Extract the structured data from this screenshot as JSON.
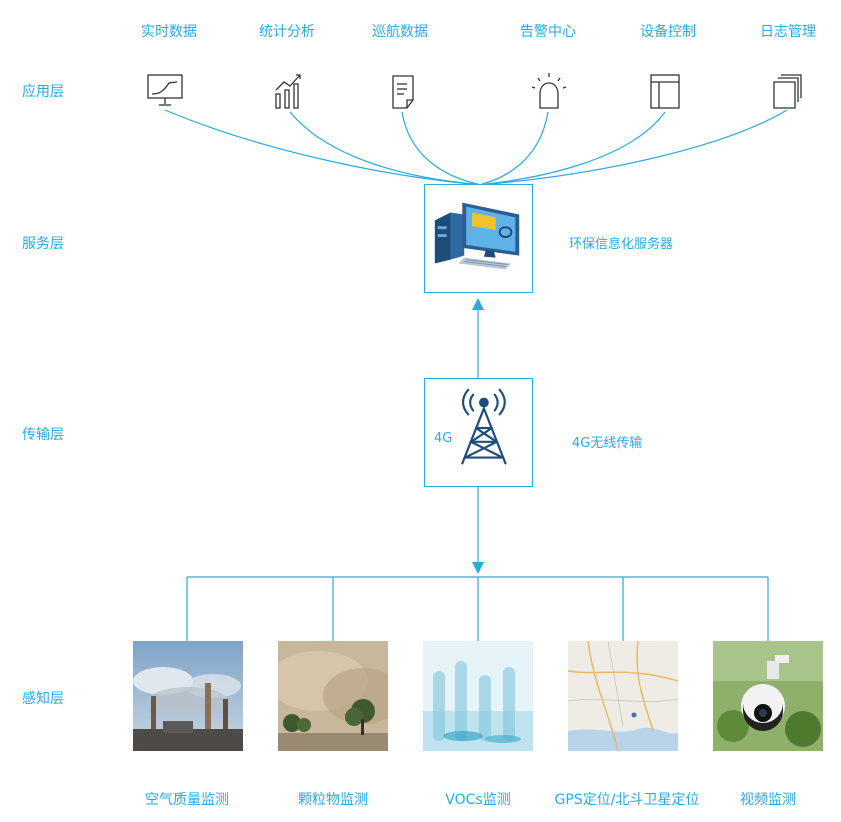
{
  "layers": {
    "application": "应用层",
    "service": "服务层",
    "transport": "传输层",
    "perception": "感知层"
  },
  "apps": [
    {
      "label": "实时数据",
      "icon": "monitor-trend-icon"
    },
    {
      "label": "统计分析",
      "icon": "bar-chart-icon"
    },
    {
      "label": "巡航数据",
      "icon": "document-icon"
    },
    {
      "label": "告警中心",
      "icon": "alarm-light-icon"
    },
    {
      "label": "设备控制",
      "icon": "window-panel-icon"
    },
    {
      "label": "日志管理",
      "icon": "stacked-pages-icon"
    }
  ],
  "server": {
    "label": "环保信息化服务器",
    "icon": "server-computer-icon"
  },
  "transport": {
    "badge": "4G",
    "label": "4G无线传输",
    "icon": "signal-tower-icon"
  },
  "sensors": [
    {
      "label": "空气质量监测",
      "image": "factory-smokestacks"
    },
    {
      "label": "颗粒物监测",
      "image": "dust-storm"
    },
    {
      "label": "VOCs监测",
      "image": "test-tubes"
    },
    {
      "label": "GPS定位/北斗卫星定位",
      "image": "map"
    },
    {
      "label": "视频监测",
      "image": "dome-camera"
    }
  ],
  "colors": {
    "accent": "#29abe2",
    "icon": "#333333"
  }
}
